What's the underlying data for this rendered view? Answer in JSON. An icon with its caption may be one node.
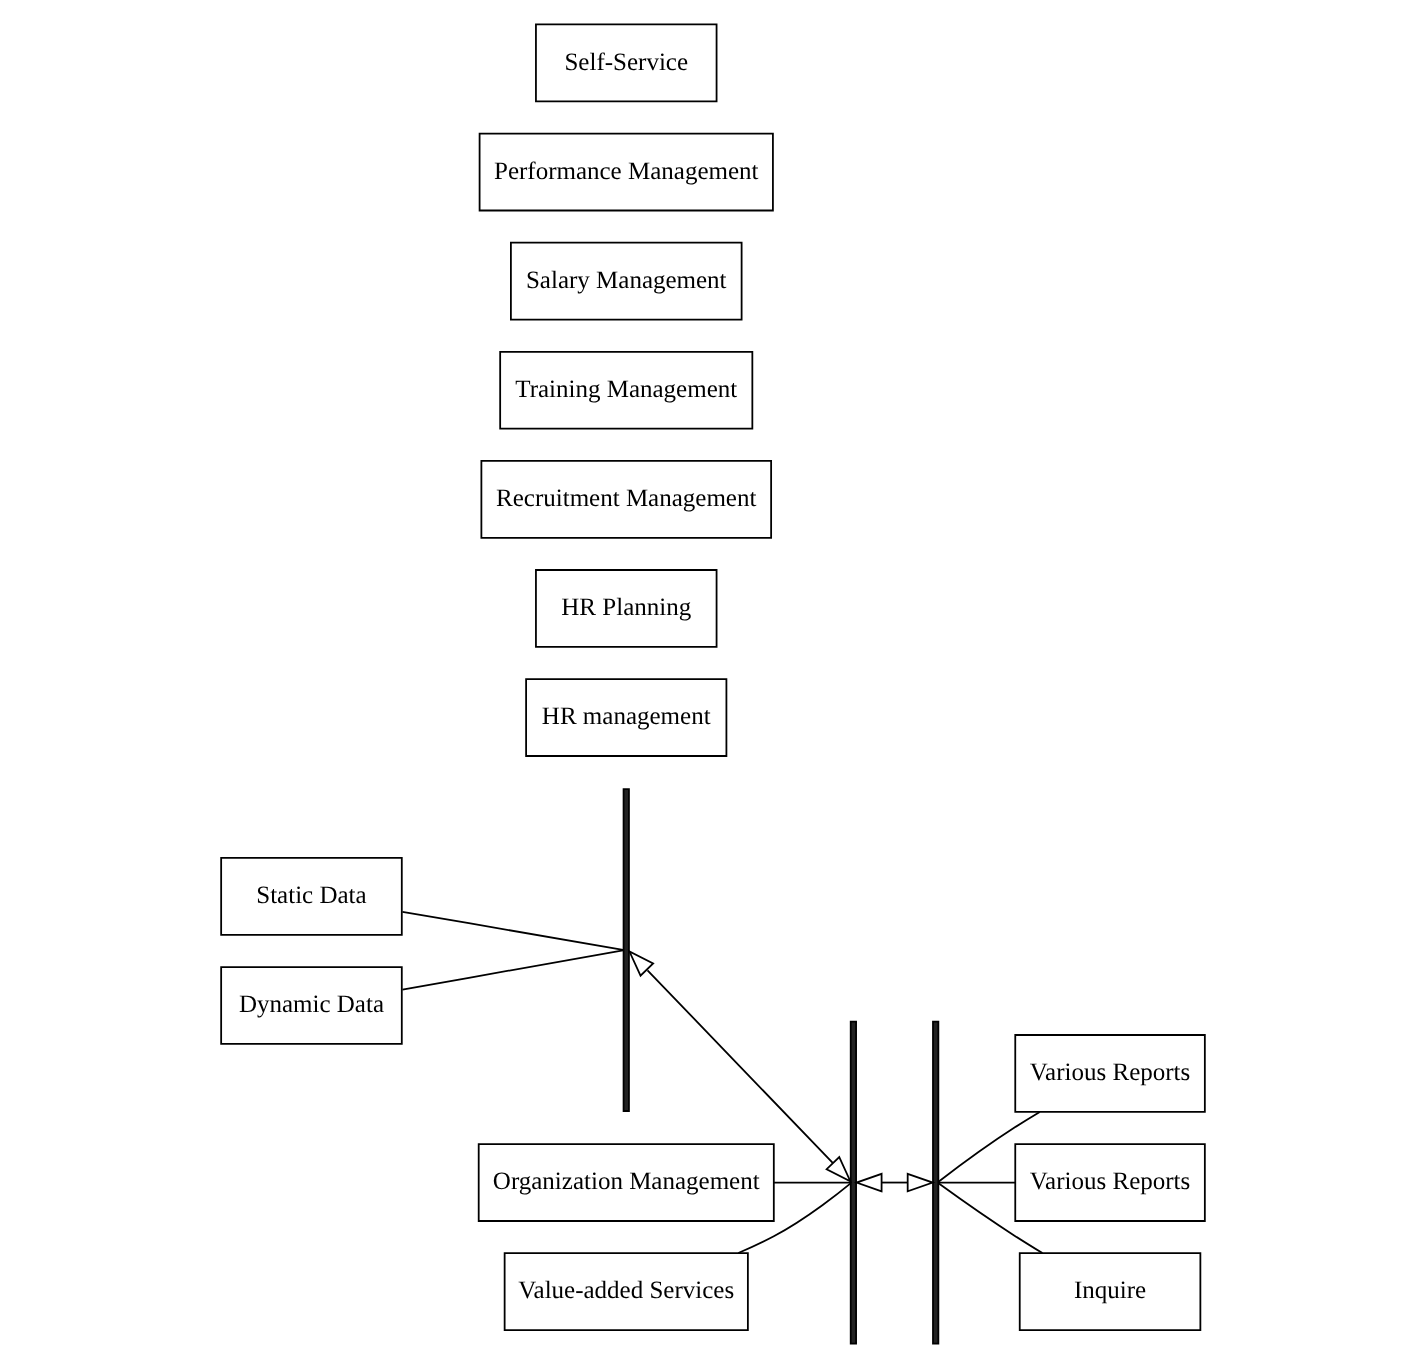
{
  "diagram": {
    "nodes": [
      {
        "text": [
          "Static Data"
        ]
      },
      {
        "text": [
          "Dynamic Data"
        ]
      },
      {
        "text": [],
        "shape": "bracket"
      },
      {
        "text": [
          "Organization Management"
        ]
      },
      {
        "text": [
          "HR management"
        ]
      },
      {
        "text": [
          "HR Planning"
        ]
      },
      {
        "text": [
          "Recruitment Management"
        ]
      },
      {
        "text": [
          "Training Management"
        ]
      },
      {
        "text": [
          "Salary Management"
        ]
      },
      {
        "text": [
          "Performance Management"
        ]
      },
      {
        "text": [
          "Self-Service"
        ]
      },
      {
        "text": [
          "Value-added Services"
        ]
      },
      {
        "text": [],
        "shape": "bracket"
      },
      {
        "text": [],
        "shape": "bracket"
      },
      {
        "text": [
          "Various Reports"
        ]
      },
      {
        "text": [
          "Various Reports"
        ]
      },
      {
        "text": [
          "Inquire"
        ]
      }
    ],
    "edges": [
      {
        "from": 0,
        "to": 2,
        "arrow": "none"
      },
      {
        "from": 1,
        "to": 2,
        "arrow": "none"
      },
      {
        "from": 2,
        "to": 12,
        "arrow": "both"
      },
      {
        "from": 3,
        "to": 12,
        "arrow": "none"
      },
      {
        "from": 11,
        "to": 12,
        "arrow": "none"
      },
      {
        "from": 12,
        "to": 13,
        "arrow": "both"
      },
      {
        "from": 13,
        "to": 14,
        "arrow": "none"
      },
      {
        "from": 13,
        "to": 15,
        "arrow": "none"
      },
      {
        "from": 13,
        "to": 16,
        "arrow": "none"
      }
    ]
  }
}
